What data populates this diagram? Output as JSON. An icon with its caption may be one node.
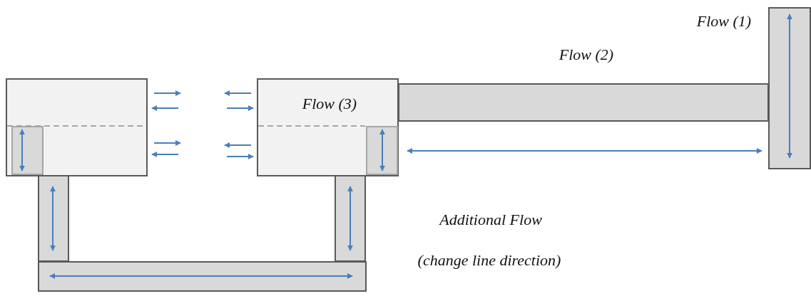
{
  "diagram": {
    "nodes": [
      {
        "text": [],
        "shape": "box"
      },
      {
        "text": [],
        "shape": "bar",
        "in": 0
      },
      {
        "text": [
          "Flow (3)"
        ]
      },
      {
        "text": [],
        "shape": "bar",
        "in": 2
      },
      {
        "text": [],
        "shape": "bar",
        "beside": [
          "Flow (2)"
        ]
      },
      {
        "text": [],
        "shape": "bar",
        "beside": [
          "Flow (1)"
        ]
      },
      {
        "text": [],
        "shape": "bar"
      },
      {
        "text": [],
        "shape": "bar"
      },
      {
        "text": [],
        "shape": "bar"
      }
    ],
    "edges": [
      {
        "from": 2,
        "to": 5,
        "arrow": "both"
      }
    ],
    "labels": [
      "Additional Flow",
      "(change line direction)"
    ]
  }
}
